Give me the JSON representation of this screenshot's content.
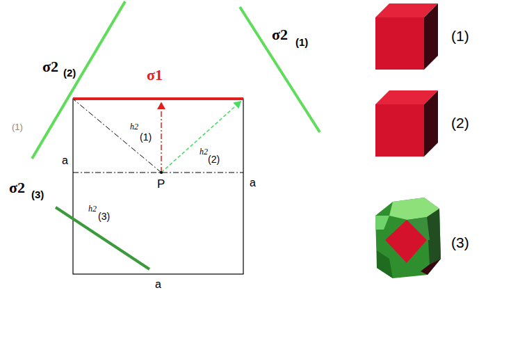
{
  "diagram": {
    "labels": [
      "σ2",
      "(2)",
      "σ1",
      "σ2",
      "(1)",
      "(1)",
      "h2",
      "(1)",
      "h2",
      "(2)",
      "a",
      "P",
      "a",
      "σ2",
      "(3)",
      "h2",
      "(3)",
      "a",
      "(1)",
      "(2)",
      "(3)"
    ]
  }
}
